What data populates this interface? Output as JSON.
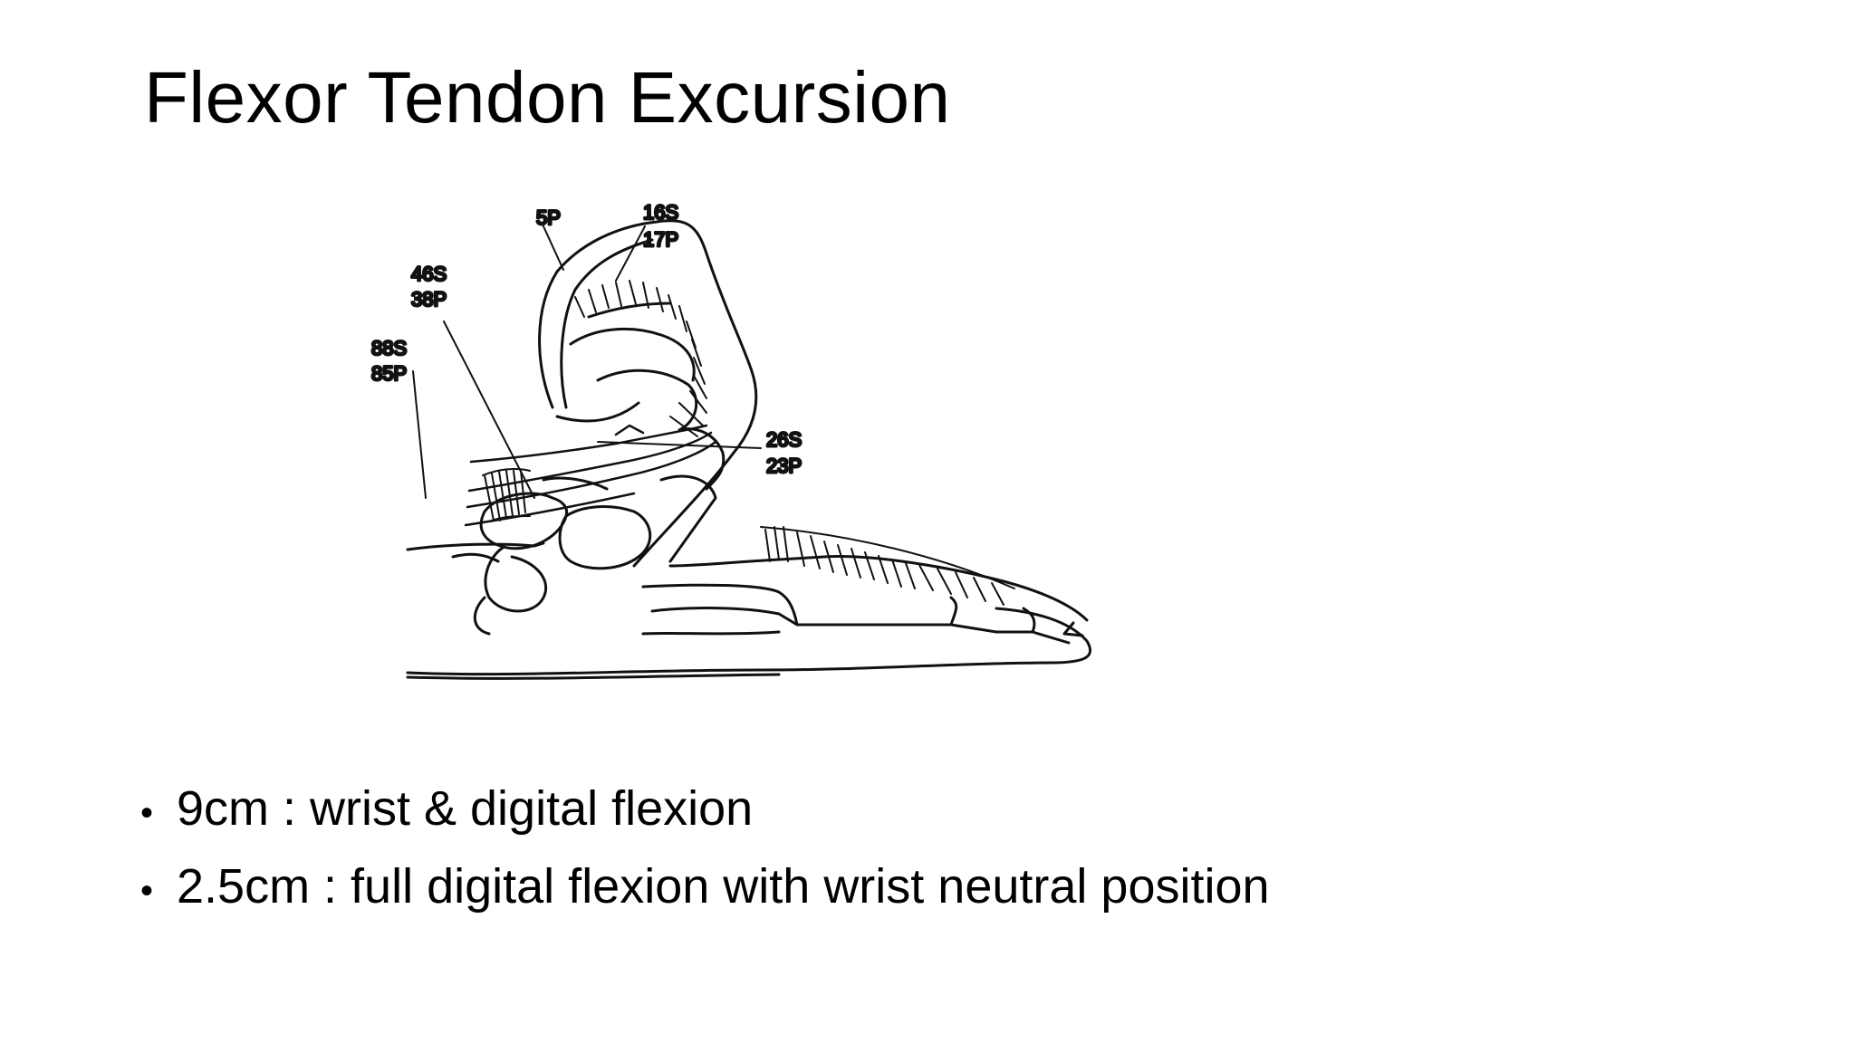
{
  "slide": {
    "title": "Flexor Tendon Excursion"
  },
  "figure": {
    "labels": {
      "l5p": "5P",
      "l16s": "16S",
      "l17p": "17P",
      "l46s": "46S",
      "l38p": "38P",
      "l88s": "88S",
      "l85p": "85P",
      "l26s": "26S",
      "l23p": "23P"
    }
  },
  "bullets": [
    {
      "text": "9cm : wrist & digital flexion"
    },
    {
      "text": "2.5cm : full digital flexion with wrist neutral position"
    }
  ]
}
